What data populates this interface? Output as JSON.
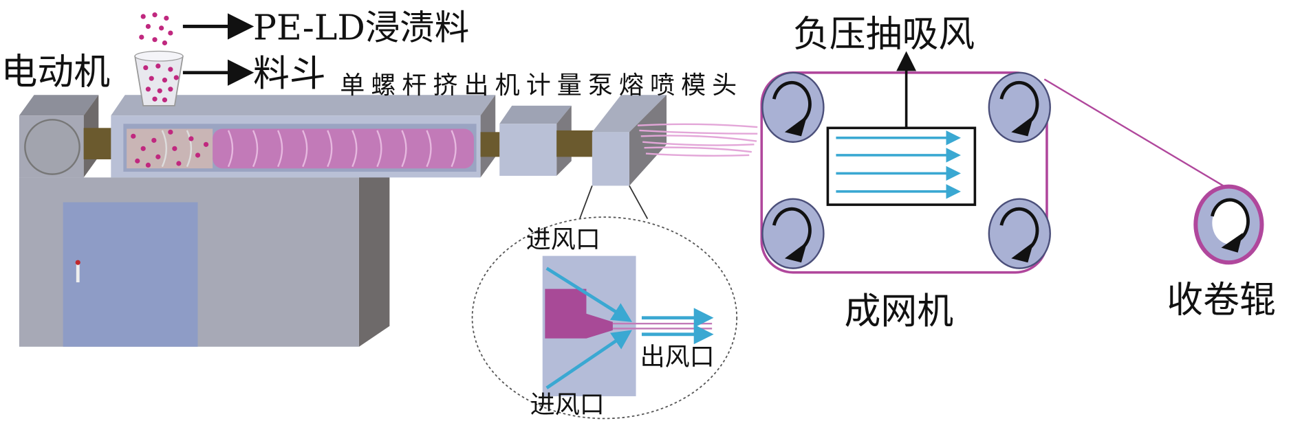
{
  "labels": {
    "motor": "电动机",
    "pellets": "PE-LD浸渍料",
    "hopper": "料斗",
    "line": "单螺杆挤出机计量泵熔喷模头",
    "suction": "负压抽吸风",
    "inlet_top": "进风口",
    "inlet_bottom": "进风口",
    "outlet": "出风口",
    "web_former": "成网机",
    "winder": "收卷辊"
  },
  "colors": {
    "magenta": "#b0479c",
    "melt": "#c27ab8",
    "air": "#3aa8d2",
    "machine": "#a7a9b6",
    "panel": "#b9c0d6",
    "door": "#8e9cc6",
    "coupling": "#6b5a2e"
  }
}
